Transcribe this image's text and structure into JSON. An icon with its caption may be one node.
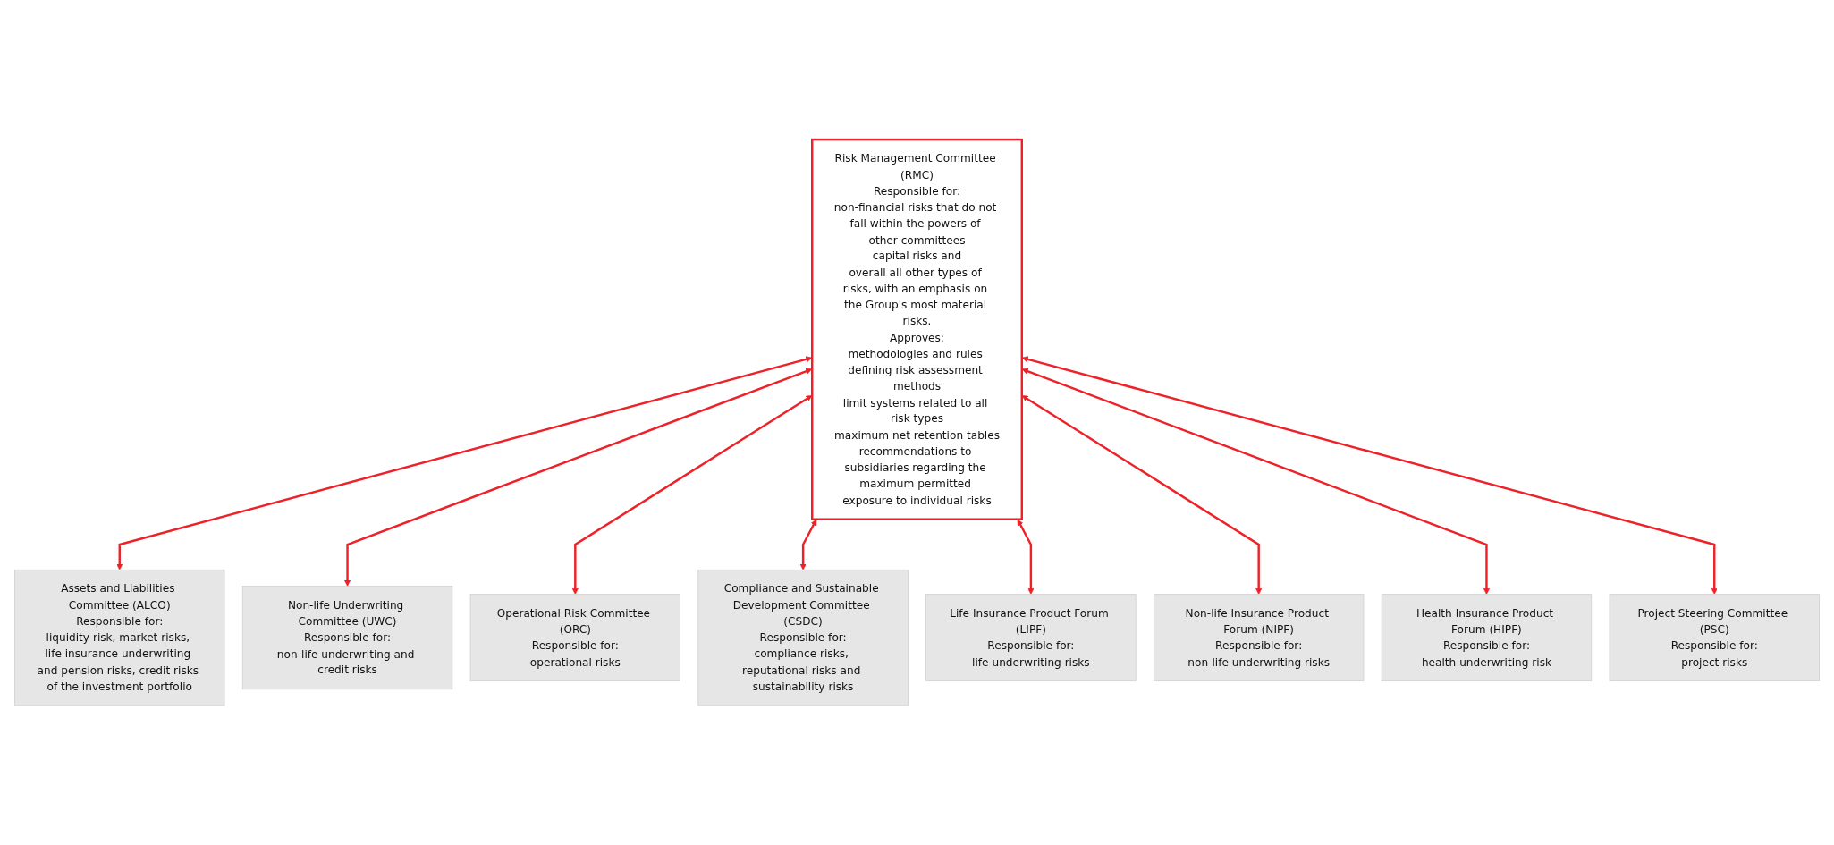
{
  "diagram": {
    "nodes": [
      {
        "text": [
          "Risk Management Committee (RMC)",
          "Responsible for:",
          "non-financial risks that do not fall within the powers of other committees",
          "capital risks and",
          "overall all other types of risks, with an emphasis on the Group's most material risks.",
          "Approves:",
          "methodologies and rules defining risk assessment methods",
          "limit systems related to all risk types",
          "maximum net retention tables",
          "recommendations to subsidiaries regarding the maximum permitted exposure to individual risks"
        ]
      },
      {
        "text": [
          "Assets and Liabilities Committee (ALCO)",
          "Responsible for:",
          "liquidity risk, market risks, life insurance underwriting and pension risks, credit risks of the investment portfolio"
        ]
      },
      {
        "text": [
          "Non-life Underwriting Committee (UWC)",
          "Responsible for:",
          "non-life underwriting and credit risks"
        ]
      },
      {
        "text": [
          "Operational Risk Committee (ORC)",
          "Responsible for:",
          "operational risks"
        ]
      },
      {
        "text": [
          "Compliance and Sustainable Development Committee (CSDC)",
          "Responsible for:",
          "compliance risks, reputational risks and sustainability risks"
        ]
      },
      {
        "text": [
          "Life Insurance Product Forum (LIPF)",
          "Responsible for:",
          "life underwriting risks"
        ]
      },
      {
        "text": [
          "Non-life Insurance Product Forum (NIPF)",
          "Responsible for:",
          "non-life underwriting risks"
        ]
      },
      {
        "text": [
          "Health Insurance Product Forum (HIPF)",
          "Responsible for:",
          "health underwriting risk"
        ]
      },
      {
        "text": [
          "Project Steering Committee (PSC)",
          "Responsible for:",
          "project risks"
        ]
      }
    ],
    "edges": [
      {
        "from": 0,
        "to": 1,
        "arrow": "both"
      },
      {
        "from": 0,
        "to": 2,
        "arrow": "both"
      },
      {
        "from": 0,
        "to": 3,
        "arrow": "both"
      },
      {
        "from": 0,
        "to": 4,
        "arrow": "both"
      },
      {
        "from": 0,
        "to": 5,
        "arrow": "both"
      },
      {
        "from": 0,
        "to": 6,
        "arrow": "both"
      },
      {
        "from": 0,
        "to": 7,
        "arrow": "both"
      },
      {
        "from": 0,
        "to": 8,
        "arrow": "both"
      }
    ]
  }
}
